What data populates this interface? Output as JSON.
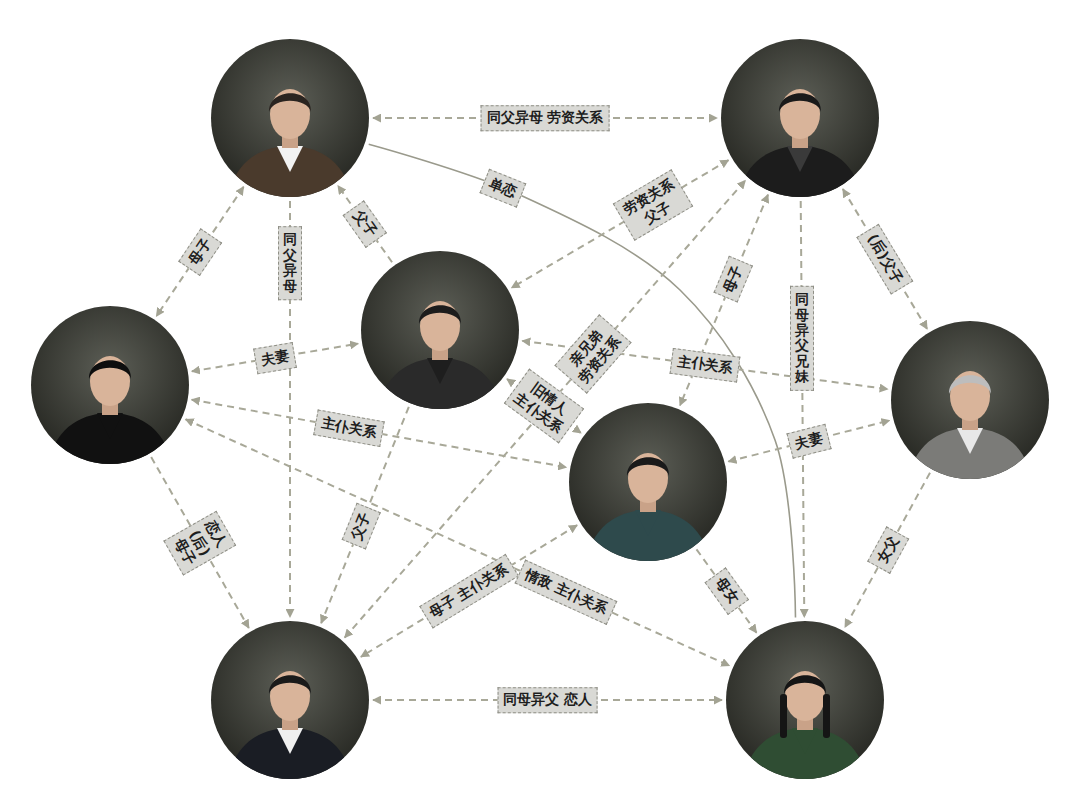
{
  "diagram": {
    "nodes": [
      {
        "text": []
      },
      {
        "text": []
      },
      {
        "text": []
      },
      {
        "text": []
      },
      {
        "text": []
      },
      {
        "text": []
      },
      {
        "text": []
      },
      {
        "text": []
      }
    ],
    "edges": [
      {
        "from": 0,
        "to": 1,
        "label": "同父异母 劳资关系",
        "arrow": "both"
      },
      {
        "from": 0,
        "to": 2,
        "label": "母子",
        "arrow": "both"
      },
      {
        "from": 0,
        "to": 6,
        "label": "同父异母",
        "arrow": "to"
      },
      {
        "from": 3,
        "to": 0,
        "label": "父子",
        "arrow": "to"
      },
      {
        "from": 0,
        "to": 7,
        "label": "单恋",
        "arrow": "none"
      },
      {
        "from": 1,
        "to": 3,
        "label": "劳资关系 父子",
        "arrow": "both"
      },
      {
        "from": 1,
        "to": 4,
        "label": "母子",
        "arrow": "both"
      },
      {
        "from": 1,
        "to": 5,
        "label": "(后)父子",
        "arrow": "both"
      },
      {
        "from": 1,
        "to": 7,
        "label": "同母异父兄妹",
        "arrow": "to"
      },
      {
        "from": 2,
        "to": 3,
        "label": "夫妻",
        "arrow": "both"
      },
      {
        "from": 3,
        "to": 5,
        "label": "主仆关系",
        "arrow": "both"
      },
      {
        "from": 3,
        "to": 4,
        "label": "旧情人 主仆关系",
        "arrow": "both"
      },
      {
        "from": 6,
        "to": 1,
        "label": "亲兄弟 劳资关系",
        "arrow": "both"
      },
      {
        "from": 2,
        "to": 4,
        "label": "主仆关系",
        "arrow": "both"
      },
      {
        "from": 4,
        "to": 5,
        "label": "夫妻",
        "arrow": "both"
      },
      {
        "from": 2,
        "to": 6,
        "label": "恋人 (后)母子",
        "arrow": "to"
      },
      {
        "from": 3,
        "to": 6,
        "label": "父子",
        "arrow": "to"
      },
      {
        "from": 4,
        "to": 6,
        "label": "母子 主仆关系",
        "arrow": "both"
      },
      {
        "from": 2,
        "to": 7,
        "label": "情敌 主仆关系",
        "arrow": "both"
      },
      {
        "from": 4,
        "to": 7,
        "label": "母女",
        "arrow": "to"
      },
      {
        "from": 5,
        "to": 7,
        "label": "女父",
        "arrow": "to"
      },
      {
        "from": 6,
        "to": 7,
        "label": "同母异父 恋人",
        "arrow": "both"
      }
    ]
  }
}
